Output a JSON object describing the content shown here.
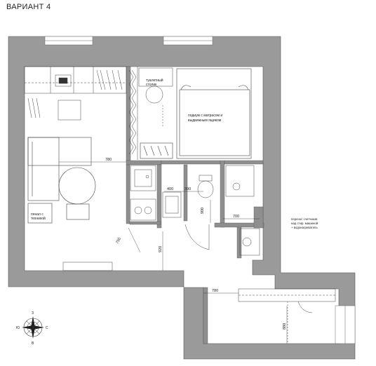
{
  "header": {
    "title": "ВАРИАНТ 4"
  },
  "labels": {
    "toilet_table_1": "туалетный",
    "toilet_table_2": "столик",
    "podium_1": "подиум с матрасом и",
    "podium_2": "выдвижным ящиком",
    "cabinet_1": "пенал с",
    "cabinet_2": "техникой",
    "meters_1": "перенос счетчиков",
    "meters_2": "над стир. машиной",
    "meters_3": "+ водонагреватель"
  },
  "dimensions": {
    "d780_top": "780",
    "d400": "400",
    "d390": "390",
    "d700": "700",
    "d900_wc": "900",
    "d750": "750",
    "d920": "920",
    "d780_bottom": "780",
    "d880": "880"
  },
  "compass": {
    "n": "З",
    "e": "С",
    "s": "В",
    "w": "Ю"
  }
}
